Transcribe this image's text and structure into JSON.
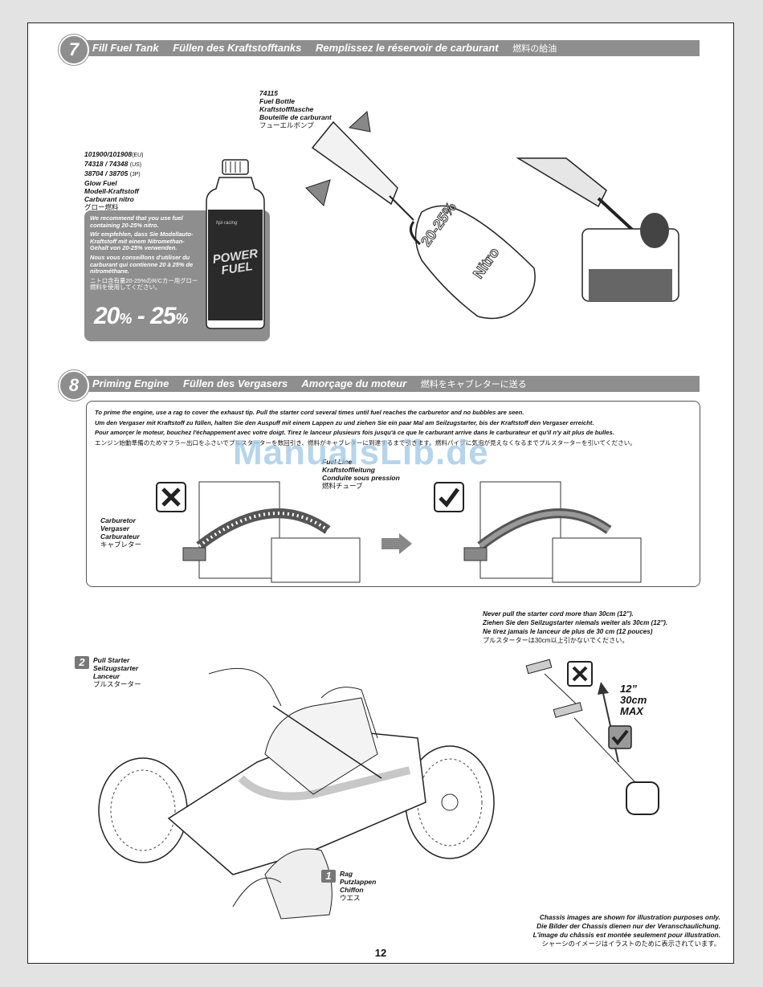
{
  "step7": {
    "number": "7",
    "title_en": "Fill Fuel Tank",
    "title_de": "Füllen des Kraftstofftanks",
    "title_fr": "Remplissez le réservoir de carburant",
    "title_jp": "燃料の給油"
  },
  "fuel_bottle": {
    "part_no": "74115",
    "en": "Fuel Bottle",
    "de": "Kraftstoffflasche",
    "fr": "Bouteille de carburant",
    "jp": "フューエルボンプ"
  },
  "glow_fuel": {
    "part_no_1": "101900/101908",
    "region_1": "(EU)",
    "part_no_2": "74318 / 74348",
    "region_2": "(US)",
    "part_no_3": "38704 / 38705",
    "region_3": "(JP)",
    "en": "Glow Fuel",
    "de": "Modell-Kraftstoff",
    "fr": "Carburant nitro",
    "jp": "グロー燃料"
  },
  "recommend": {
    "en": "We recommend that you use fuel containing 20-25% nitro.",
    "de": "Wir empfehlen, dass Sie Modellauto-Kraftstoff mit einem Nitromethan-Gehalt von 20-25% verwenden.",
    "fr": "Nous vous conseillons d'utiliser du carburant qui contienne 20 à 25% de nitrométhane.",
    "jp": "ニトロ含有量20-25%のR/Cカー用グロー燃料を使用してください。",
    "pct_a": "20",
    "pct_b": "25",
    "pct_sign": "%",
    "pct_sep": " - "
  },
  "fuel_can_label": "POWER FUEL",
  "fuel_can_brand": "hpi·racing",
  "jug_text_1": "20-25%",
  "jug_text_2": "Nitro",
  "step8": {
    "number": "8",
    "title_en": "Priming Engine",
    "title_de": "Füllen des Vergasers",
    "title_fr": "Amorçage du moteur",
    "title_jp": "燃料をキャブレターに送る"
  },
  "instructions": {
    "en": "To prime the engine, use a rag to cover the exhaust tip. Pull the starter cord several times until fuel reaches the carburetor and no bubbles are seen.",
    "de": "Um den Vergaser mit Kraftstoff zu füllen, halten Sie den Auspuff mit einem Lappen zu und ziehen Sie ein paar Mal am Seilzugstarter, bis der Kraftstoff den Vergaser erreicht.",
    "fr": "Pour amorçer le moteur, bouchez l'échappement avec votre doigt. Tirez le lanceur plusieurs fois jusqu'à ce que le carburant arrive dans le carburateur et qu'il n'y ait plus de bulles.",
    "jp": "エンジン始動準備のためマフラー出口をふさいでプルスターターを数回引き、燃料がキャブレターに到達するまで引きます。燃料パイプに気泡が見えなくなるまでプルスターターを引いてください。"
  },
  "fuel_line": {
    "en": "Fuel Line",
    "de": "Kraftstoffleitung",
    "fr": "Conduite sous pression",
    "jp": "燃料チューブ"
  },
  "carburetor": {
    "en": "Carburetor",
    "de": "Vergaser",
    "fr": "Carburateur",
    "jp": "キャブレター"
  },
  "warning": {
    "en": "Never pull the starter cord more than 30cm (12\").",
    "de": "Ziehen Sie den Seilzugstarter niemals weiter als 30cm (12\").",
    "fr": "Ne tirez jamais le lanceur de plus de 30 cm (12 pouces)",
    "jp": "プルスターターは30cm以上引かないでください。"
  },
  "max_label": {
    "line1": "12”",
    "line2": "30cm",
    "line3": "MAX"
  },
  "pull_starter": {
    "number": "2",
    "en": "Pull Starter",
    "de": "Seilzugstarter",
    "fr": "Lanceur",
    "jp": "プルスターター"
  },
  "rag": {
    "number": "1",
    "en": "Rag",
    "de": "Putzlappen",
    "fr": "Chiffon",
    "jp": "ウエス"
  },
  "disclaimer": {
    "en": "Chassis images are shown for illustration purposes only.",
    "de": "Die Bilder der Chassis dienen nur der Veranschaulichung.",
    "fr": "L'image du châssis est montée seulement pour illustration.",
    "jp": "シャーシのイメージはイラストのために表示されています。"
  },
  "watermark": "ManualsLib.de",
  "page_number": "12",
  "colors": {
    "header_gray": "#8e8e8e",
    "info_gray": "#8e8e8e",
    "watermark_blue": "#9ec7e8"
  }
}
